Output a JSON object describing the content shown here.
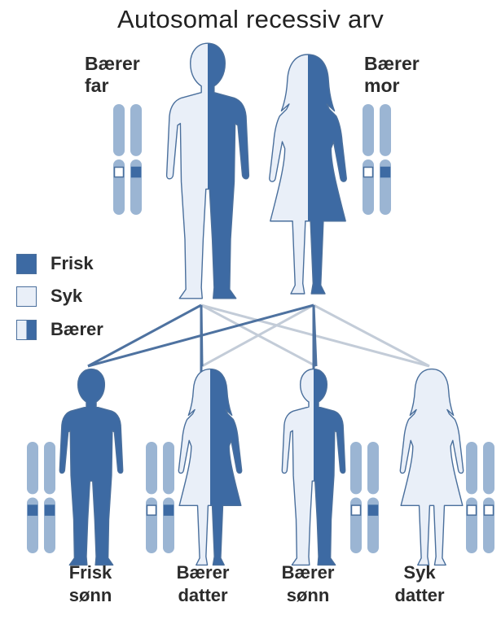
{
  "title": "Autosomal recessiv arv",
  "colors": {
    "frisk": "#3d6aa3",
    "syk": "#e9eff8",
    "chromosome": "#9bb5d3",
    "outline": "#4a6f9c",
    "line_dark": "#4e72a0",
    "line_light": "#c3ccd8"
  },
  "parents": [
    {
      "label": "Bærer\nfar",
      "status": "baerer",
      "sex": "male"
    },
    {
      "label": "Bærer\nmor",
      "status": "baerer",
      "sex": "female"
    }
  ],
  "legend": [
    {
      "label": "Frisk",
      "status": "frisk"
    },
    {
      "label": "Syk",
      "status": "syk"
    },
    {
      "label": "Bærer",
      "status": "baerer"
    }
  ],
  "children": [
    {
      "label": "Frisk\nsønn",
      "status": "frisk",
      "sex": "male"
    },
    {
      "label": "Bærer\ndatter",
      "status": "baerer",
      "sex": "female"
    },
    {
      "label": "Bærer\nsønn",
      "status": "baerer",
      "sex": "male"
    },
    {
      "label": "Syk\ndatter",
      "status": "syk",
      "sex": "female"
    }
  ]
}
